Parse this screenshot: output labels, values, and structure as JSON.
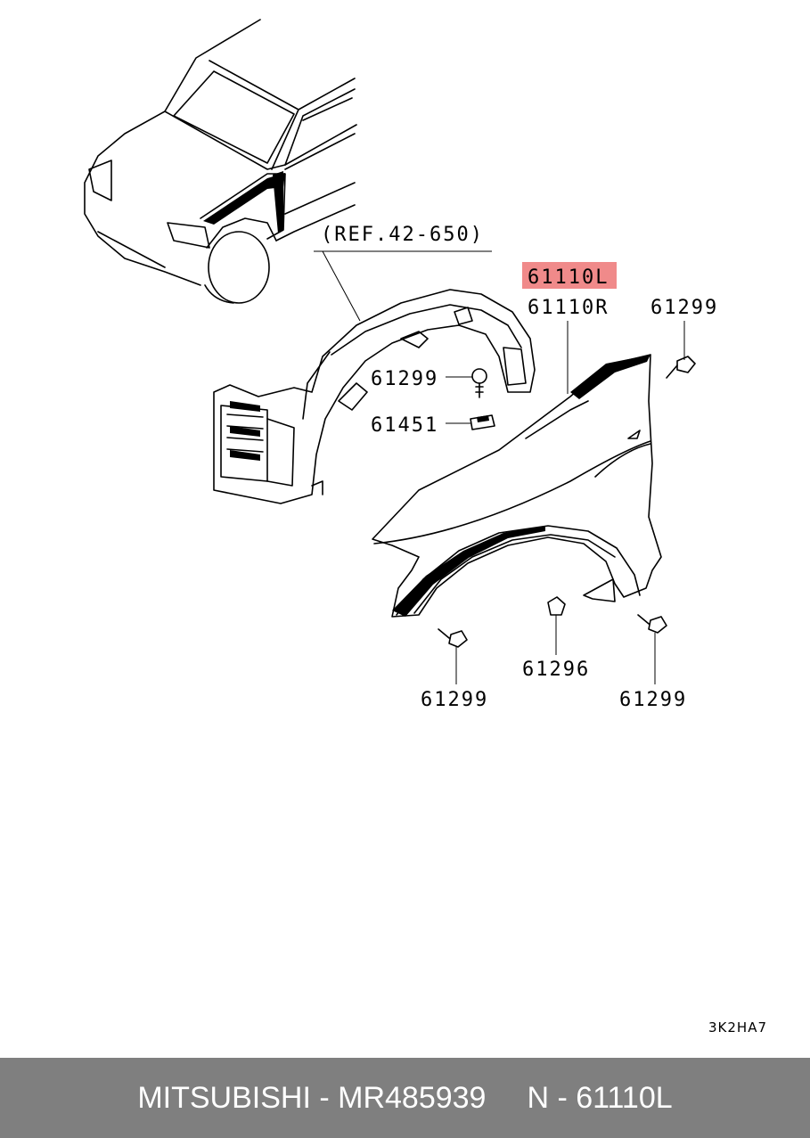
{
  "labels": {
    "ref": "(REF.42-650)",
    "highlight": "61110L",
    "part_r": "61110R",
    "bolt_top_right": "61299",
    "bolt_liner": "61299",
    "clip": "61451",
    "nut": "61296",
    "bolt_bottom_left": "61299",
    "bolt_bottom_right": "61299"
  },
  "diagram_code": "3K2HA7",
  "footer": {
    "brand_part": "MITSUBISHI - MR485939",
    "ref_number": "N - 61110L"
  },
  "colors": {
    "highlight": "#f08a8a",
    "footer_bg": "#7f7f7f",
    "footer_text": "#ffffff"
  }
}
